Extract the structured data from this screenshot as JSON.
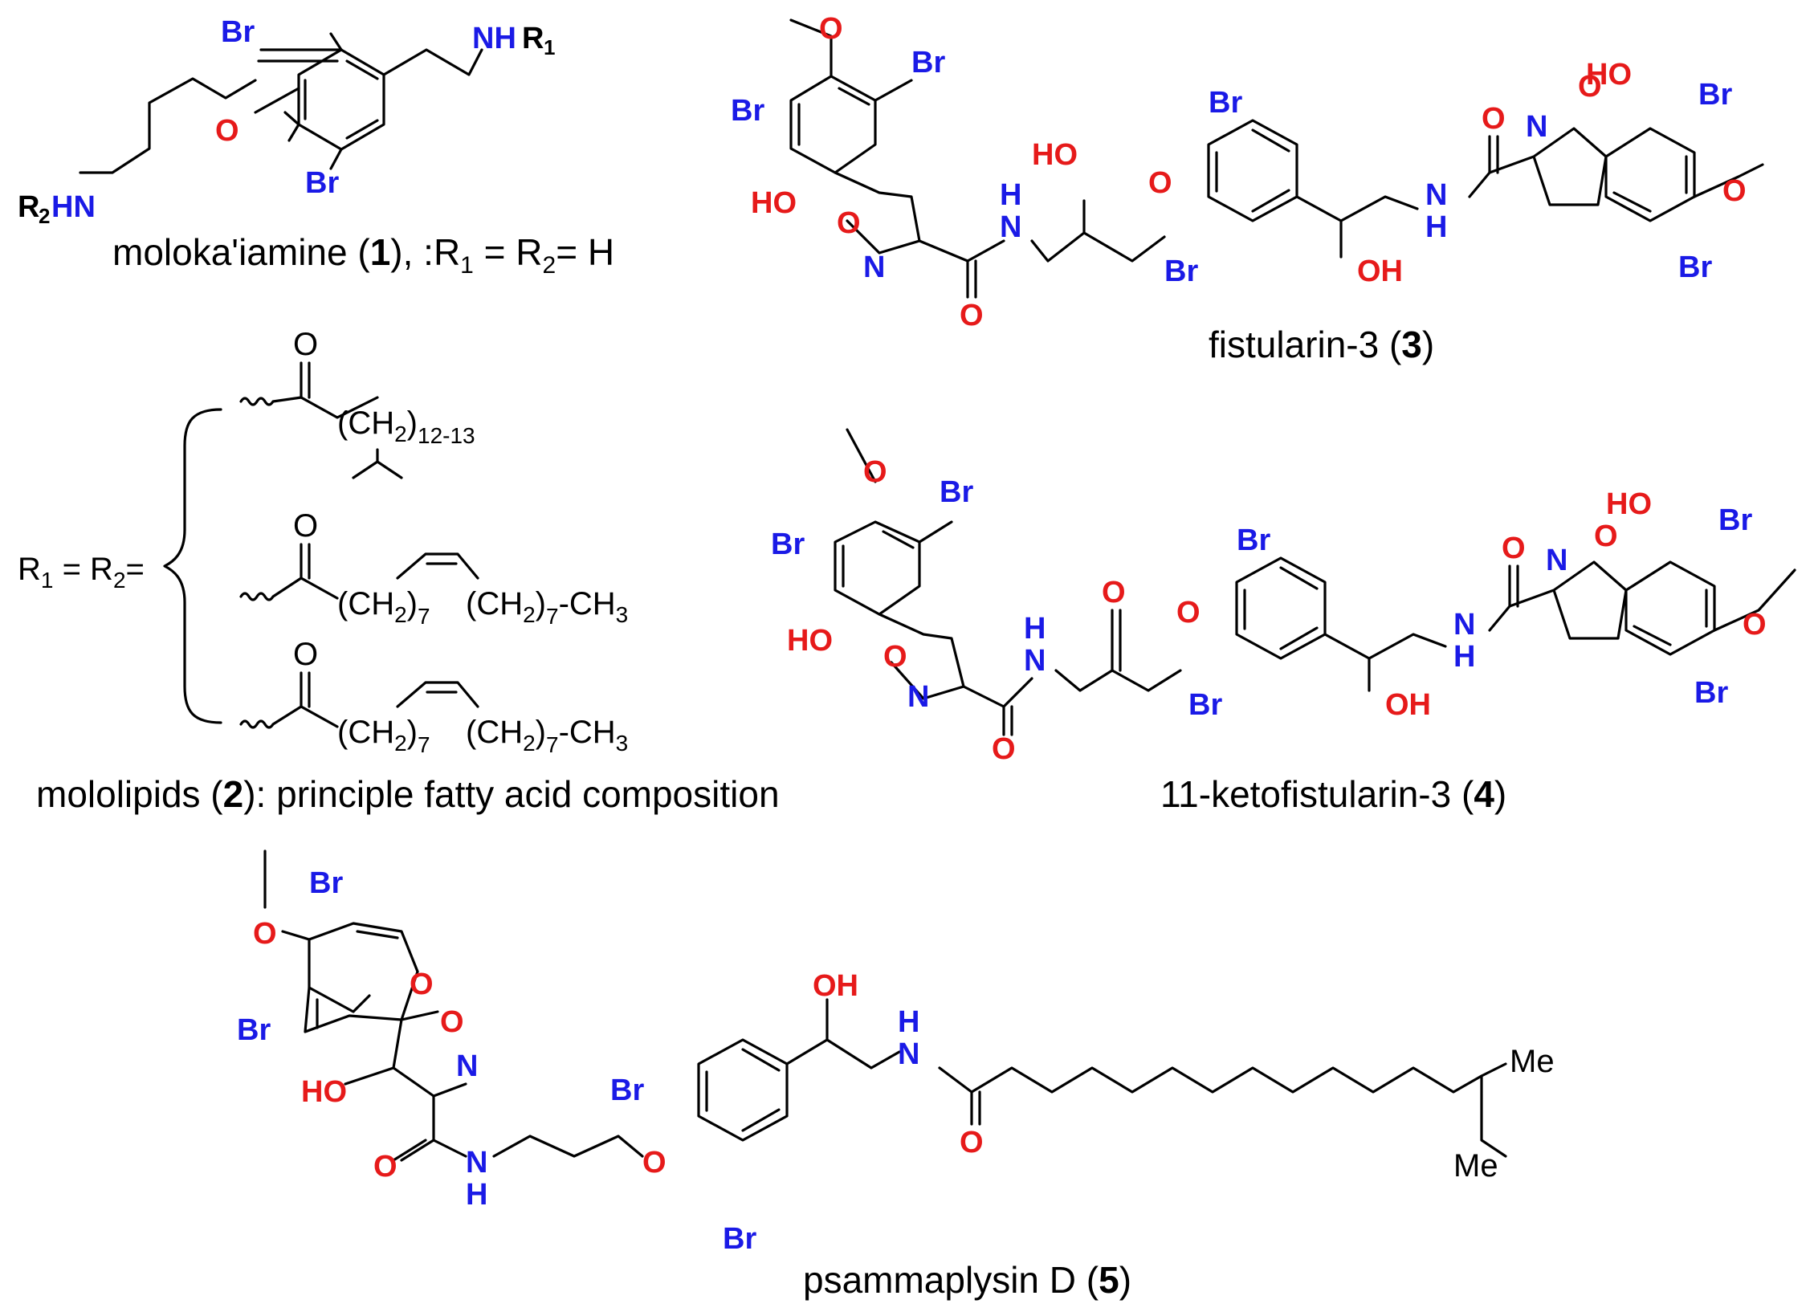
{
  "colors": {
    "bromine": "#1a1ae6",
    "oxygen": "#e61a1a",
    "nitrogen": "#1a1ae6",
    "bond": "#000000"
  },
  "compounds": {
    "moloka": {
      "name": "moloka'iamine (",
      "number": "1",
      "suffix": "), :R",
      "r1_sub": "1",
      "eq1": " = R",
      "r2_sub": "2",
      "eq2": "= H"
    },
    "mololipids": {
      "name": "mololipids (",
      "number": "2",
      "suffix": "): principle fatty acid composition"
    },
    "fistularin": {
      "name": "fistularin-3 (",
      "number": "3",
      "suffix": ")"
    },
    "ketofistularin": {
      "name": "11-ketofistularin-3 (",
      "number": "4",
      "suffix": ")"
    },
    "psammaplysin": {
      "name": "psammaplysin D (",
      "number": "5",
      "suffix": ")"
    }
  },
  "labels": {
    "br": "Br",
    "o": "O",
    "n": "N",
    "h": "H",
    "ho": "HO",
    "oh": "OH",
    "nh": "NH",
    "hn": "HN",
    "r": "R",
    "sub1": "1",
    "sub2": "2",
    "me": "Me",
    "n_o": "N–O",
    "o_n": "O–N"
  },
  "r_group": {
    "lhs": "R",
    "lhs_sub1": "1",
    "lhs_eq": " = R",
    "lhs_sub2": "2",
    "lhs_eq2": "=",
    "chain1": "(CH",
    "chain1_sub": "2",
    "chain1_close": ")",
    "chain1_n": "12-13",
    "chain2a": "(CH",
    "chain2a_sub": "2",
    "chain2a_close": ")",
    "chain2a_n": "7",
    "chain2b": "(CH",
    "chain2b_sub": "2",
    "chain2b_close": ")",
    "chain2b_n": "7",
    "chain2b_end": "-CH",
    "chain2b_end_sub": "3"
  }
}
